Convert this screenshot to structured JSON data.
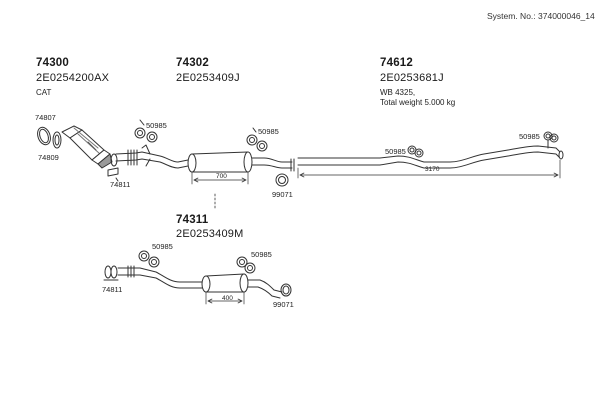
{
  "header": {
    "system_number": "System. No.: 374000046_14"
  },
  "parts": [
    {
      "number": "74300",
      "code": "2E0254200AX",
      "note": "CAT"
    },
    {
      "number": "74302",
      "code": "2E0253409J"
    },
    {
      "number": "74612",
      "code": "2E0253681J",
      "note_lines": [
        "WB 4325,",
        "Total weight 5.000 kg"
      ]
    },
    {
      "number": "74311",
      "code": "2E0253409M"
    }
  ],
  "callouts": {
    "c74807": "74807",
    "c74809": "74809",
    "c74811_top": "74811",
    "c74811_bottom": "74811",
    "c50985_1": "50985",
    "c50985_2": "50985",
    "c50985_3": "50985",
    "c50985_4": "50985",
    "c50985_5": "50985",
    "c50985_6": "50985",
    "c99071_top": "99071",
    "c99071_bottom": "99071"
  },
  "dimensions": {
    "d700": "700",
    "d3170": "3170",
    "d400": "400"
  },
  "colors": {
    "line": "#333333",
    "part_fill": "#ffffff",
    "shade": "#9a9a9a"
  }
}
